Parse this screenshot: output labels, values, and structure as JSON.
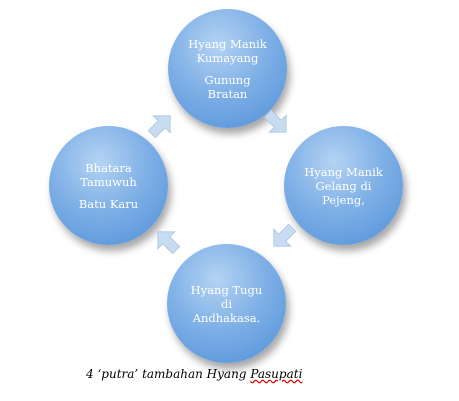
{
  "nodes": {
    "top": {
      "line1": "Hyang Manik",
      "line2": "Kumayang",
      "line3": "Gunung",
      "line4": "Bratan"
    },
    "right": {
      "line1": "Hyang Manik",
      "line2": "Gelang di",
      "line3": "Pejeng,"
    },
    "bottom": {
      "line1": "Hyang Tugu",
      "line2": "di",
      "line3": "Andhakasa."
    },
    "left": {
      "line1": "Bhatara",
      "line2": "Tamuwuh",
      "line3": "Batu Karu"
    }
  },
  "caption": {
    "number": "4",
    "quoted": "‘putra’",
    "rest": "tambahan Hyang",
    "last": "Pasupati"
  },
  "colors": {
    "node": "#5b97dc",
    "arrow": "#c8dcf1"
  }
}
